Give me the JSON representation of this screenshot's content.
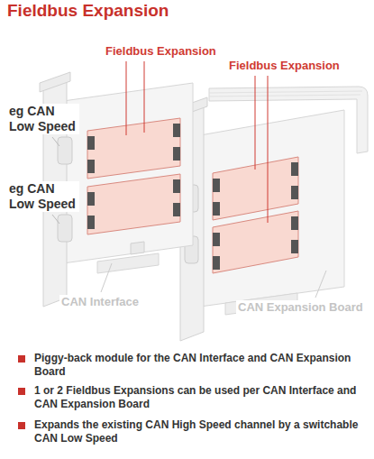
{
  "diagram": {
    "title": "Fieldbus Expansion",
    "labels": [
      "Fieldbus Expansion",
      "Fieldbus Expansion",
      "eg CAN Low Speed",
      "eg CAN Low Speed",
      "CAN Interface",
      "CAN Expansion Board",
      "Piggy-back module for the CAN Interface and CAN Expansion Board",
      "1 or 2 Fieldbus Expansions can be used per CAN Interface and CAN Expansion Board",
      "Expands the existing CAN High Speed channel by a switchable CAN Low Speed"
    ]
  }
}
